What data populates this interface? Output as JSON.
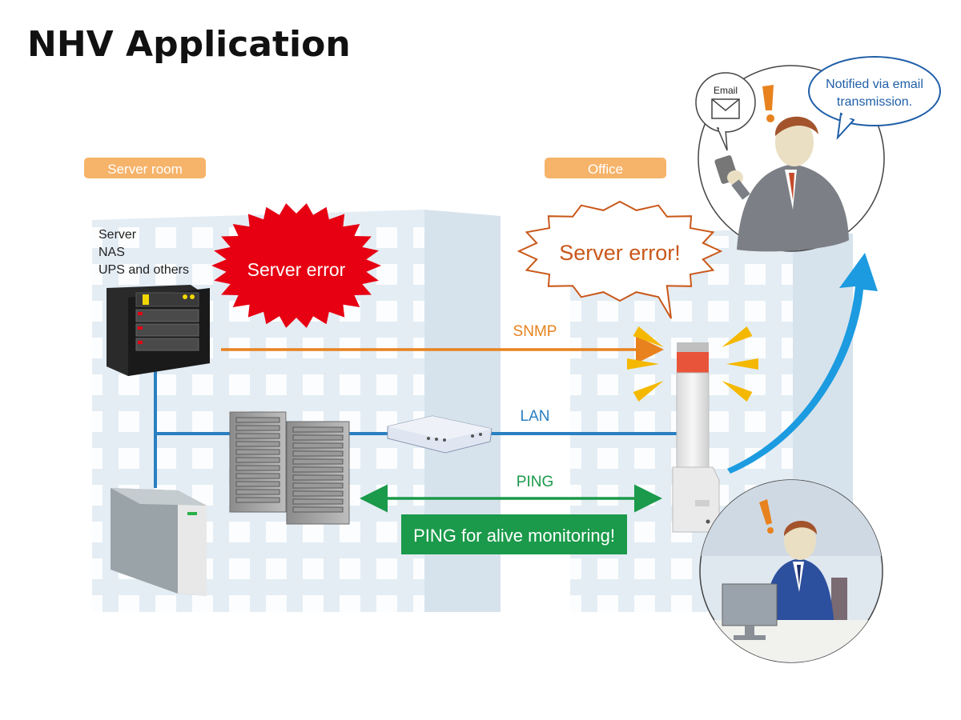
{
  "title": "NHV Application",
  "zones": {
    "server_room": "Server room",
    "office": "Office"
  },
  "devices_label": {
    "line1": "Server",
    "line2": "NAS",
    "line3": "UPS and others"
  },
  "server_error_burst": "Server error",
  "server_error_callout": "Server error!",
  "links": {
    "snmp": "SNMP",
    "lan": "LAN",
    "ping": "PING"
  },
  "ping_banner": "PING for alive monitoring!",
  "email_bubble": "Email",
  "notified_bubble": {
    "line1": "Notified via email",
    "line2": "transmission."
  },
  "colors": {
    "zone_label_bg": "#f6b36a",
    "snmp": "#e8821e",
    "lan": "#2a7fc1",
    "ping": "#1a9a4a",
    "ping_banner_bg": "#1a9a4a",
    "burst": "#e60012",
    "callout_text": "#c9581a",
    "notify_arrow": "#1c9be0",
    "bubble_text": "#1f5fa8"
  }
}
